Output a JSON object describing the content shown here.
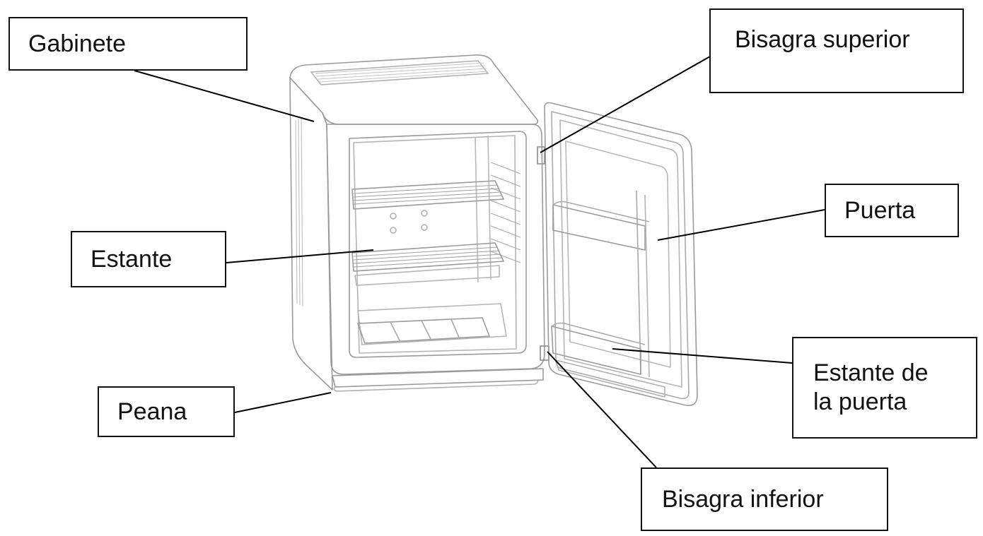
{
  "labels": {
    "gabinete": "Gabinete",
    "bisagra_superior": "Bisagra superior",
    "puerta": "Puerta",
    "estante": "Estante",
    "estante_de_la_puerta": "Estante de\nla puerta",
    "peana": "Peana",
    "bisagra_inferior": "Bisagra inferior"
  }
}
